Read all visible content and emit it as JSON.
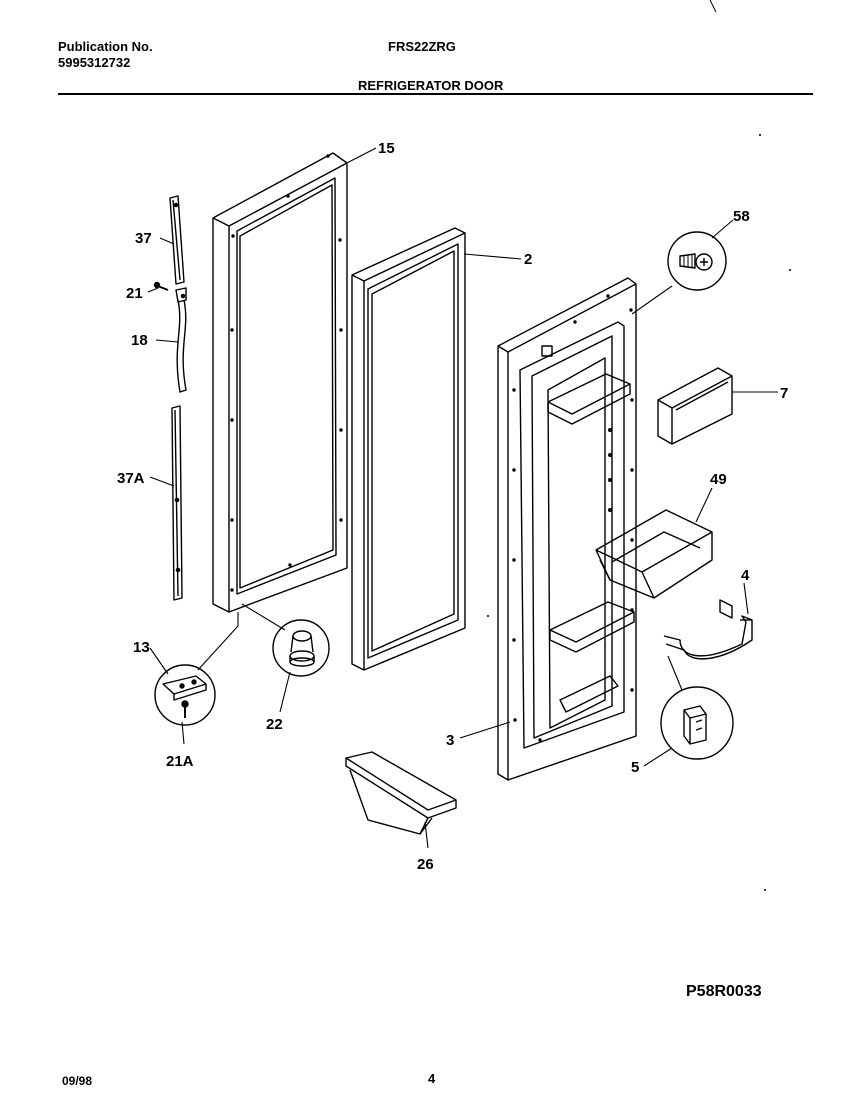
{
  "header": {
    "pub_label": "Publication No.",
    "pub_number": "5995312732",
    "model": "FRS22ZRG",
    "section_title": "REFRIGERATOR DOOR"
  },
  "callouts": {
    "c15": "15",
    "c37": "37",
    "c21": "21",
    "c18": "18",
    "c37a": "37A",
    "c2": "2",
    "c58": "58",
    "c7": "7",
    "c49": "49",
    "c4": "4",
    "c13": "13",
    "c22": "22",
    "c21a": "21A",
    "c3": "3",
    "c5": "5",
    "c26": "26"
  },
  "footer": {
    "drawing_code": "P58R0033",
    "date": "09/98",
    "page_number": "4"
  }
}
